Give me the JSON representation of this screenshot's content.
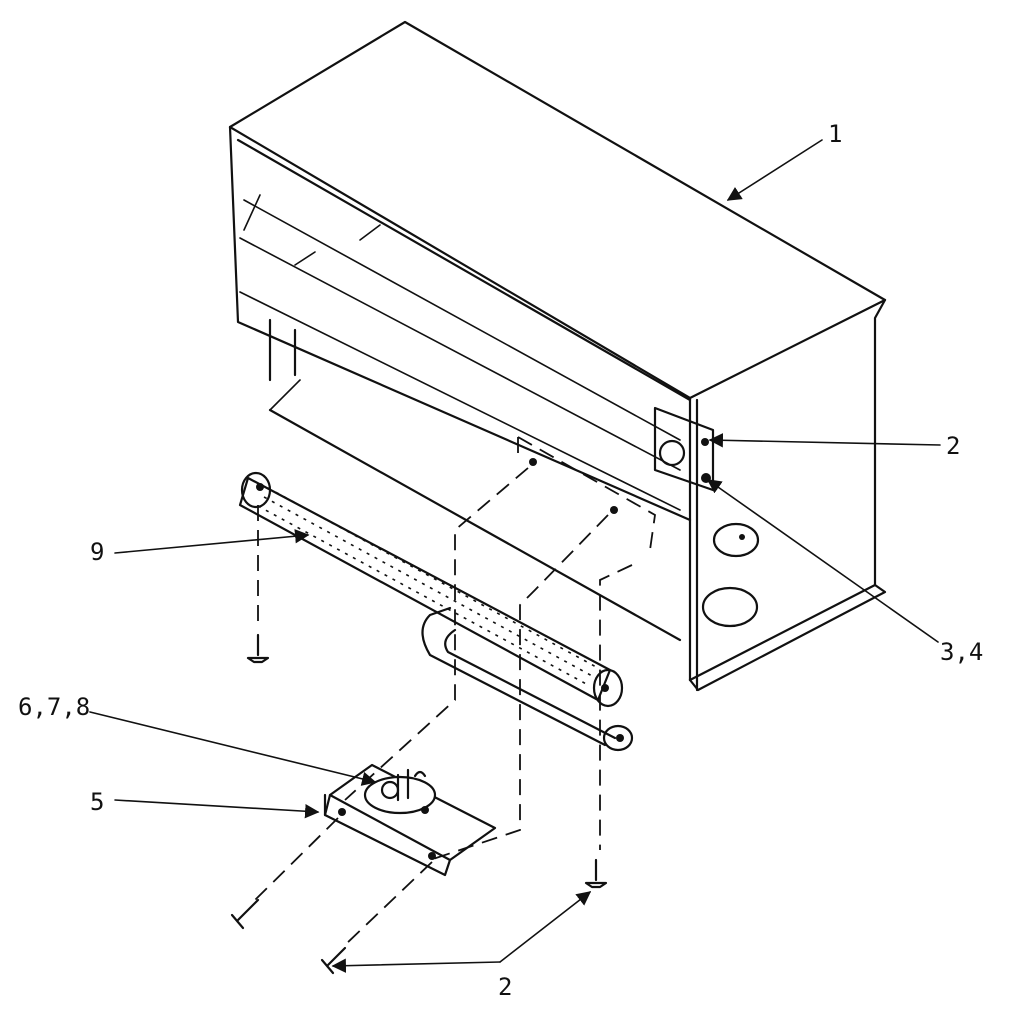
{
  "labels": {
    "part_1": "1",
    "part_2_top": "2",
    "part_3_4": "3,4",
    "part_9": "9",
    "part_6_7_8": "6,7,8",
    "part_5": "5",
    "part_2_bottom": "2"
  },
  "colors": {
    "ink": "#111111",
    "paper": "#ffffff"
  }
}
